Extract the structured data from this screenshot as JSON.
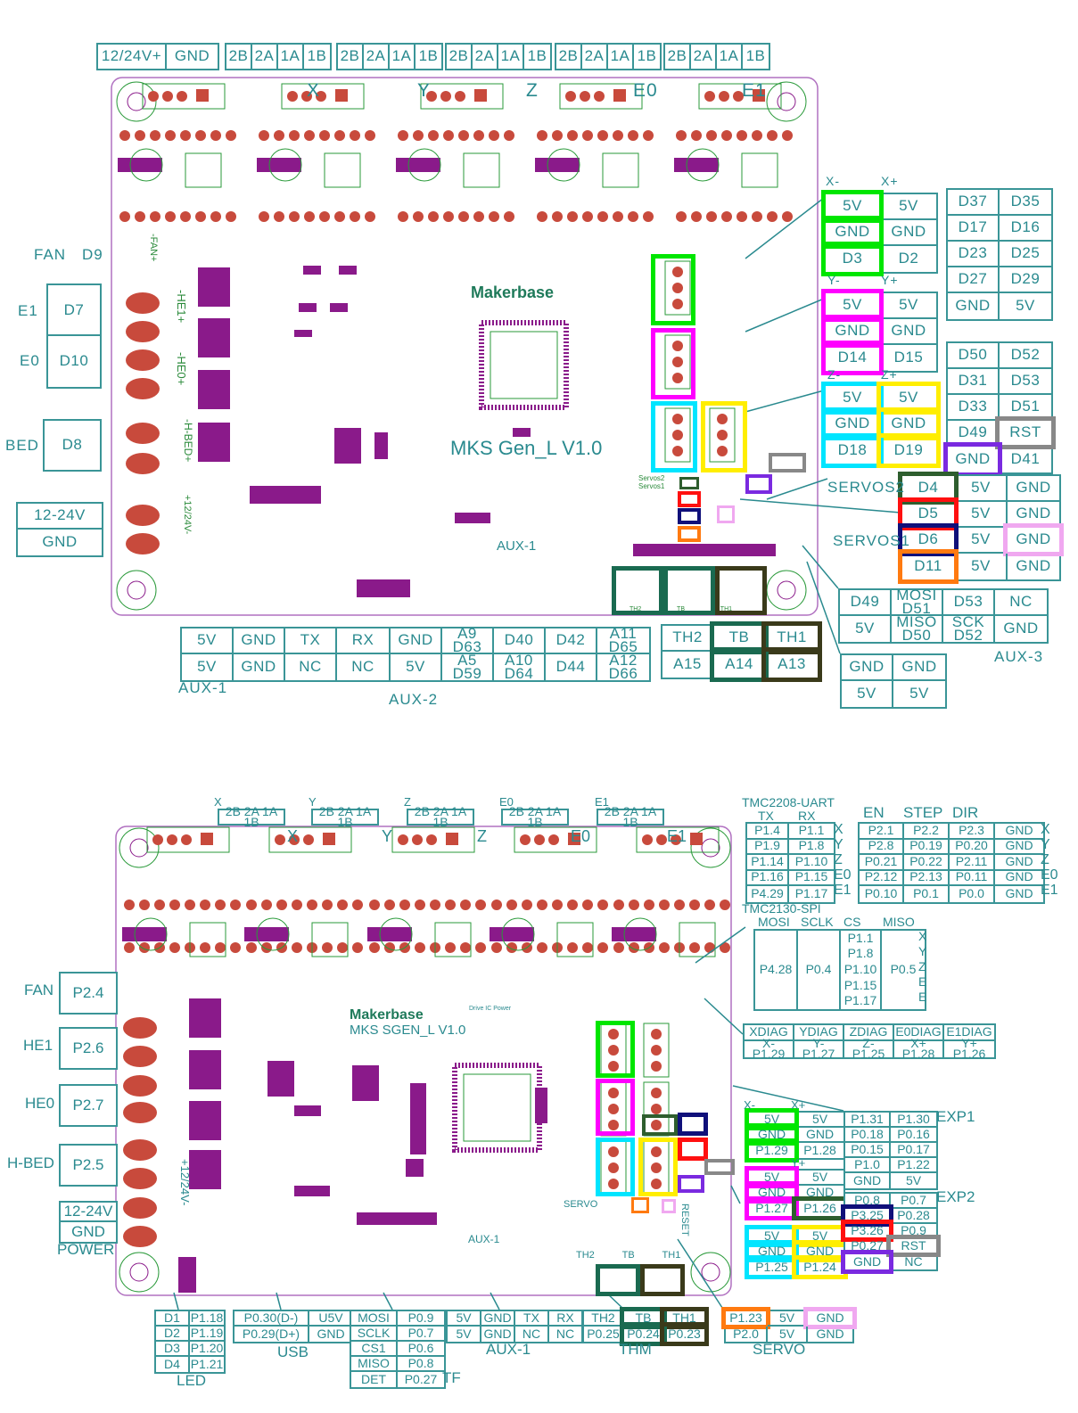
{
  "top": {
    "board": {
      "brand": "Makerbase",
      "model": "MKS  Gen_L V1.0",
      "axes": [
        "X",
        "Y",
        "Z",
        "E0",
        "E1"
      ],
      "aux1_silk": "AUX-1",
      "fan_silk": "-FAN+",
      "he1_silk": "-HE1+",
      "he0_silk": "-HE0+",
      "hbed_silk": "-H-BED+",
      "power_silk": "+12/24V-",
      "servos_silk": "Servos2 Servos1",
      "th_silk": [
        "TH2",
        "TB",
        "TH1"
      ]
    },
    "labels": {
      "fan": "FAN",
      "fan_pin": "D9",
      "e1": "E1",
      "e0": "E0",
      "bed": "BED",
      "x_minus": "X-",
      "x_plus": "X+",
      "y_minus": "Y-",
      "y_plus": "Y+",
      "z_minus": "Z-",
      "z_plus": "Z+",
      "servos2": "SERVOS2",
      "servos1": "SERVOS1",
      "aux1": "AUX-1",
      "aux2": "AUX-2",
      "aux3": "AUX-3"
    },
    "tables": {
      "power": {
        "rows": [
          [
            "12/24V+",
            "GND"
          ]
        ]
      },
      "m1": {
        "rows": [
          [
            "2B",
            "2A",
            "1A",
            "1B"
          ]
        ]
      },
      "m2": {
        "rows": [
          [
            "2B",
            "2A",
            "1A",
            "1B"
          ]
        ]
      },
      "m3": {
        "rows": [
          [
            "2B",
            "2A",
            "1A",
            "1B"
          ]
        ]
      },
      "m4": {
        "rows": [
          [
            "2B",
            "2A",
            "1A",
            "1B"
          ]
        ]
      },
      "m5": {
        "rows": [
          [
            "2B",
            "2A",
            "1A",
            "1B"
          ]
        ]
      },
      "e1": {
        "rows": [
          [
            "D7"
          ]
        ]
      },
      "e0": {
        "rows": [
          [
            "D10"
          ]
        ]
      },
      "bed": {
        "rows": [
          [
            "D8"
          ]
        ]
      },
      "vin": {
        "rows": [
          [
            "12-24V"
          ],
          [
            "GND"
          ]
        ]
      },
      "xend": {
        "rows": [
          [
            {
              "t": "5V",
              "hl": "#00e600"
            },
            "5V"
          ],
          [
            {
              "t": "GND",
              "hl": "#00e600"
            },
            "GND"
          ],
          [
            {
              "t": "D3",
              "hl": "#00e600"
            },
            "D2"
          ]
        ]
      },
      "yend": {
        "rows": [
          [
            {
              "t": "5V",
              "hl": "#ff00ff"
            },
            "5V"
          ],
          [
            {
              "t": "GND",
              "hl": "#ff00ff"
            },
            "GND"
          ],
          [
            {
              "t": "D14",
              "hl": "#ff00ff"
            },
            "D15"
          ]
        ]
      },
      "zend": {
        "rows": [
          [
            {
              "t": "5V",
              "hl": "#00e5ff"
            },
            {
              "t": "5V",
              "hl": "#ffee00"
            }
          ],
          [
            {
              "t": "GND",
              "hl": "#00e5ff"
            },
            {
              "t": "GND",
              "hl": "#ffee00"
            }
          ],
          [
            {
              "t": "D18",
              "hl": "#00e5ff"
            },
            {
              "t": "D19",
              "hl": "#ffee00"
            }
          ]
        ]
      },
      "exp1": {
        "rows": [
          [
            "D37",
            "D35"
          ],
          [
            "D17",
            "D16"
          ],
          [
            "D23",
            "D25"
          ],
          [
            "D27",
            "D29"
          ],
          [
            "GND",
            "5V"
          ]
        ]
      },
      "exp2": {
        "rows": [
          [
            "D50",
            "D52"
          ],
          [
            "D31",
            "D53"
          ],
          [
            "D33",
            "D51"
          ],
          [
            "D49",
            {
              "t": "RST",
              "hl": "#888888"
            }
          ],
          [
            {
              "t": "GND",
              "hl": "#7a2ae0"
            },
            "D41"
          ]
        ]
      },
      "servo": {
        "rows": [
          [
            {
              "t": "D4",
              "hl": "#2e5e2e"
            },
            "5V",
            "GND"
          ],
          [
            {
              "t": "D5",
              "hl": "#ff1010"
            },
            "5V",
            "GND"
          ],
          [
            {
              "t": "D6",
              "hl": "#10107a"
            },
            "5V",
            {
              "t": "GND",
              "hl": "#f0a8f0"
            }
          ],
          [
            {
              "t": "D11",
              "hl": "#ff7a10"
            },
            "5V",
            "GND"
          ]
        ]
      },
      "aux3": {
        "rows": [
          [
            "D49",
            "MOSI\nD51",
            "D53",
            "NC"
          ],
          [
            "5V",
            "MISO\nD50",
            "SCK\nD52",
            "GND"
          ]
        ]
      },
      "aux3b": {
        "rows": [
          [
            "GND",
            "GND"
          ],
          [
            "5V",
            "5V"
          ]
        ]
      },
      "aux1": {
        "rows": [
          [
            "5V",
            "GND",
            "TX",
            "RX"
          ],
          [
            "5V",
            "GND",
            "NC",
            "NC"
          ]
        ]
      },
      "aux2": {
        "rows": [
          [
            "GND",
            "A9\nD63",
            "D40",
            "D42",
            "A11\nD65"
          ],
          [
            "5V",
            "A5\nD59",
            "A10\nD64",
            "D44",
            "A12\nD66"
          ]
        ]
      },
      "th": {
        "rows": [
          [
            "TH2",
            {
              "t": "TB",
              "hl": "#1a6a50"
            },
            {
              "t": "TH1",
              "hl": "#3a3a1a"
            }
          ],
          [
            "A15",
            {
              "t": "A14",
              "hl": "#1a6a50"
            },
            {
              "t": "A13",
              "hl": "#3a3a1a"
            }
          ]
        ]
      }
    }
  },
  "bottom": {
    "board": {
      "brand": "Makerbase",
      "model": "MKS SGEN_L V1.0",
      "axes": [
        "X",
        "Y",
        "Z",
        "E0",
        "E1"
      ],
      "power_silk": "+12/24V-",
      "aux1_silk": "AUX-1",
      "servo_silk": "SERVO",
      "reset_silk": "RESET",
      "drive_ic_power": "Drive IC Power",
      "th_silk": [
        "TH2",
        "TB",
        "TH1"
      ]
    },
    "labels": {
      "motor_axes": [
        "X",
        "Y",
        "Z",
        "E0",
        "E1"
      ],
      "tmc2208": "TMC2208-UART",
      "tx": "TX",
      "rx": "RX",
      "en": "EN",
      "step": "STEP",
      "dir": "DIR",
      "uart_axes": [
        "X",
        "Y",
        "Z",
        "E0",
        "E1"
      ],
      "drv_axes": [
        "X",
        "Y",
        "Z",
        "E0",
        "E1"
      ],
      "tmc2130": "TMC2130-SPI",
      "mosi": "MOSI",
      "sclk": "SCLK",
      "cs": "CS",
      "miso": "MISO",
      "spi_axes": [
        "X",
        "Y",
        "Z",
        "E",
        "E"
      ],
      "fan": "FAN",
      "he1": "HE1",
      "he0": "HE0",
      "hbed": "H-BED",
      "power": "POWER",
      "x_minus": "X-",
      "x_plus": "X+",
      "y_plus": "Y+",
      "exp1": "EXP1",
      "exp2": "EXP2",
      "led": "LED",
      "usb": "USB",
      "tf": "TF",
      "aux1": "AUX-1",
      "thm": "THM",
      "servo": "SERVO"
    },
    "tables": {
      "m1": {
        "rows": [
          [
            "2B 2A 1A 1B"
          ]
        ]
      },
      "m2": {
        "rows": [
          [
            "2B 2A 1A 1B"
          ]
        ]
      },
      "m3": {
        "rows": [
          [
            "2B 2A 1A 1B"
          ]
        ]
      },
      "m4": {
        "rows": [
          [
            "2B 2A 1A 1B"
          ]
        ]
      },
      "m5": {
        "rows": [
          [
            "2B 2A 1A 1B"
          ]
        ]
      },
      "uart": {
        "rows": [
          [
            "P1.4",
            "P1.1"
          ],
          [
            "P1.9",
            "P1.8"
          ],
          [
            "P1.14",
            "P1.10"
          ],
          [
            "P1.16",
            "P1.15"
          ],
          [
            "P4.29",
            "P1.17"
          ]
        ]
      },
      "drv": {
        "rows": [
          [
            "P2.1",
            "P2.2",
            "P2.3",
            "GND"
          ],
          [
            "P2.8",
            "P0.19",
            "P0.20",
            "GND"
          ],
          [
            "P0.21",
            "P0.22",
            "P2.11",
            "GND"
          ],
          [
            "P2.12",
            "P2.13",
            "P0.11",
            "GND"
          ],
          [
            "P0.10",
            "P0.1",
            "P0.0",
            "GND"
          ]
        ]
      },
      "spi": {
        "rows": [
          [
            "P4.28",
            "P0.4",
            [
              "P1.1",
              "P1.8",
              "P1.10",
              "P1.15",
              "P1.17"
            ],
            "P0.5"
          ]
        ]
      },
      "diag": {
        "rows": [
          [
            "XDIAG",
            "YDIAG",
            "ZDIAG",
            "E0DIAG",
            "E1DIAG"
          ],
          [
            "X-\nP1.29",
            "Y-\nP1.27",
            "Z-\nP1.25",
            "X+\nP1.28",
            "Y+\nP1.26"
          ]
        ]
      },
      "xend": {
        "rows": [
          [
            {
              "t": "5V",
              "hl": "#00e600"
            },
            "5V"
          ],
          [
            {
              "t": "GND",
              "hl": "#00e600"
            },
            "GND"
          ],
          [
            {
              "t": "P1.29",
              "hl": "#00e600"
            },
            "P1.28"
          ]
        ]
      },
      "yend": {
        "rows": [
          [
            {
              "t": "5V",
              "hl": "#ff00ff"
            },
            "5V"
          ],
          [
            {
              "t": "GND",
              "hl": "#ff00ff"
            },
            "GND"
          ],
          [
            {
              "t": "P1.27",
              "hl": "#ff00ff"
            },
            {
              "t": "P1.26",
              "hl": "#2e5e2e"
            }
          ]
        ]
      },
      "zend": {
        "rows": [
          [
            {
              "t": "5V",
              "hl": "#00e5ff"
            },
            {
              "t": "5V",
              "hl": "#ffee00"
            }
          ],
          [
            {
              "t": "GND",
              "hl": "#00e5ff"
            },
            {
              "t": "GND",
              "hl": "#ffee00"
            }
          ],
          [
            {
              "t": "P1.25",
              "hl": "#00e5ff"
            },
            {
              "t": "P1.24",
              "hl": "#ffee00"
            }
          ]
        ]
      },
      "exp1": {
        "rows": [
          [
            "P1.31",
            "P1.30"
          ],
          [
            "P0.18",
            "P0.16"
          ],
          [
            "P0.15",
            "P0.17"
          ],
          [
            "P1.0",
            "P1.22"
          ],
          [
            "GND",
            "5V"
          ]
        ]
      },
      "exp2": {
        "rows": [
          [
            "P0.8",
            "P0.7"
          ],
          [
            {
              "t": "P3.25",
              "hl": "#10107a"
            },
            "P0.28"
          ],
          [
            {
              "t": "P3.26",
              "hl": "#ff1010"
            },
            "P0.9"
          ],
          [
            "P0.27",
            {
              "t": "RST",
              "hl": "#888888"
            }
          ],
          [
            {
              "t": "GND",
              "hl": "#7a2ae0"
            },
            "NC"
          ]
        ]
      },
      "fan": {
        "rows": [
          [
            "P2.4"
          ]
        ]
      },
      "he1": {
        "rows": [
          [
            "P2.6"
          ]
        ]
      },
      "he0": {
        "rows": [
          [
            "P2.7"
          ]
        ]
      },
      "hbed": {
        "rows": [
          [
            "P2.5"
          ]
        ]
      },
      "vin": {
        "rows": [
          [
            "12-24V"
          ],
          [
            "GND"
          ]
        ]
      },
      "led": {
        "rows": [
          [
            "D1",
            "P1.18"
          ],
          [
            "D2",
            "P1.19"
          ],
          [
            "D3",
            "P1.20"
          ],
          [
            "D4",
            "P1.21"
          ]
        ]
      },
      "usb": {
        "rows": [
          [
            "P0.30(D-)",
            "U5V"
          ],
          [
            "P0.29(D+)",
            "GND"
          ]
        ]
      },
      "tf": {
        "rows": [
          [
            "MOSI",
            "P0.9"
          ],
          [
            "SCLK",
            "P0.7"
          ],
          [
            "CS1",
            "P0.6"
          ],
          [
            "MISO",
            "P0.8"
          ],
          [
            "DET",
            "P0.27"
          ]
        ]
      },
      "aux1": {
        "rows": [
          [
            "5V",
            "GND",
            "TX",
            "RX"
          ],
          [
            "5V",
            "GND",
            "NC",
            "NC"
          ]
        ]
      },
      "thm": {
        "rows": [
          [
            "TH2",
            {
              "t": "TB",
              "hl": "#1a6a50"
            },
            {
              "t": "TH1",
              "hl": "#3a3a1a"
            }
          ],
          [
            "P0.25",
            {
              "t": "P0.24",
              "hl": "#1a6a50"
            },
            {
              "t": "P0.23",
              "hl": "#3a3a1a"
            }
          ]
        ]
      },
      "servo": {
        "rows": [
          [
            {
              "t": "P1.23",
              "hl": "#ff7a10"
            },
            "5V",
            {
              "t": "GND",
              "hl": "#f0a8f0"
            }
          ],
          [
            "P2.0",
            "5V",
            "GND"
          ]
        ]
      }
    }
  }
}
